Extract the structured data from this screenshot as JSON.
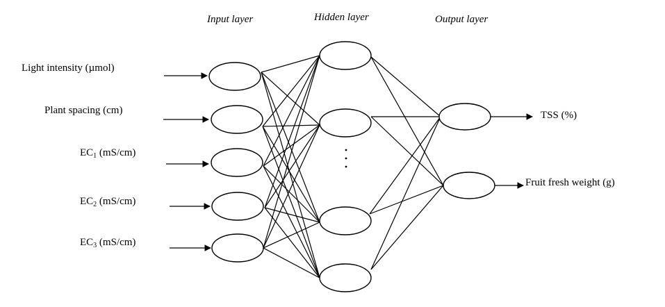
{
  "layer_titles": {
    "input": "Input layer",
    "hidden": "Hidden layer",
    "output": "Output layer"
  },
  "inputs": [
    {
      "text": "Light intensity (µmol)"
    },
    {
      "text": "Plant spacing (cm)"
    },
    {
      "main": "EC",
      "sub": "1",
      "unit": " (mS/cm)"
    },
    {
      "main": "EC",
      "sub": "2",
      "unit": " (mS/cm)"
    },
    {
      "main": "EC",
      "sub": "3",
      "unit": " (mS/cm)"
    }
  ],
  "outputs": [
    {
      "text": "TSS (%)"
    },
    {
      "text": "Fruit fresh weight (g)"
    }
  ],
  "network": {
    "input_nodes": 5,
    "hidden_nodes_shown": 4,
    "output_nodes": 2,
    "hidden_ellipsis": "vertical dots between hidden nodes 2 and 3",
    "connectivity": "fully connected between adjacent layers"
  },
  "colors": {
    "stroke": "#000000",
    "background": "#ffffff"
  }
}
